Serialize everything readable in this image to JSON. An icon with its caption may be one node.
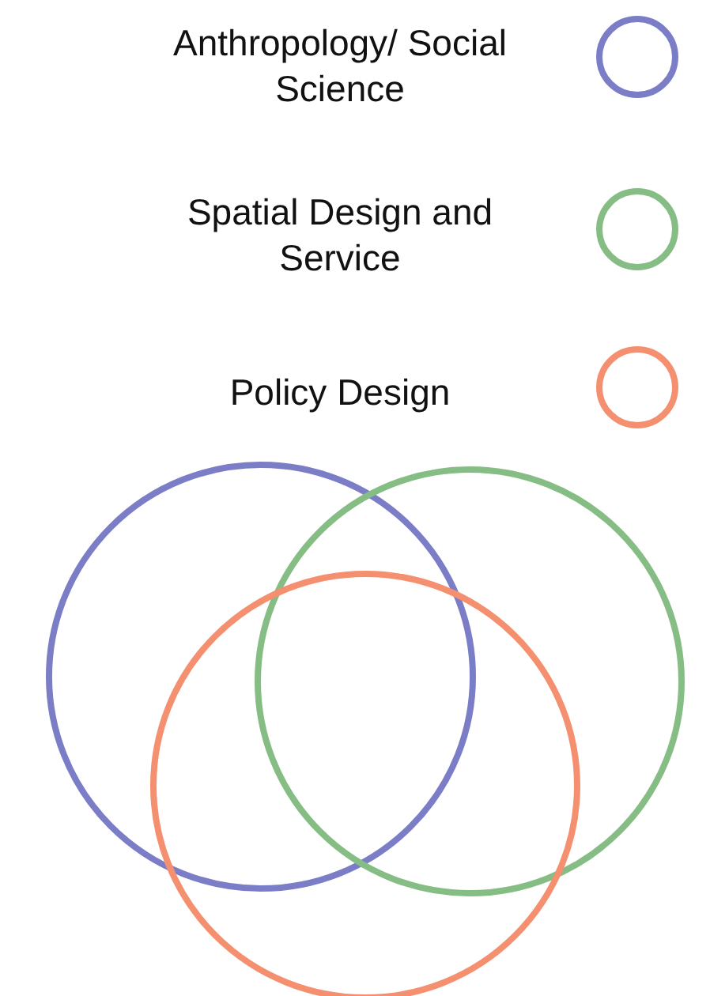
{
  "diagram": {
    "nodes": [
      {
        "text": [],
        "shape": "circle"
      },
      {
        "text": [],
        "shape": "circle"
      },
      {
        "text": [],
        "shape": "circle"
      }
    ],
    "legend": [
      {
        "text": "Anthropology/ Social Science",
        "color": "#7b7ec6"
      },
      {
        "text": "Spatial Design and Service",
        "color": "#85bd84"
      },
      {
        "text": "Policy Design",
        "color": "#f4906f"
      }
    ]
  }
}
